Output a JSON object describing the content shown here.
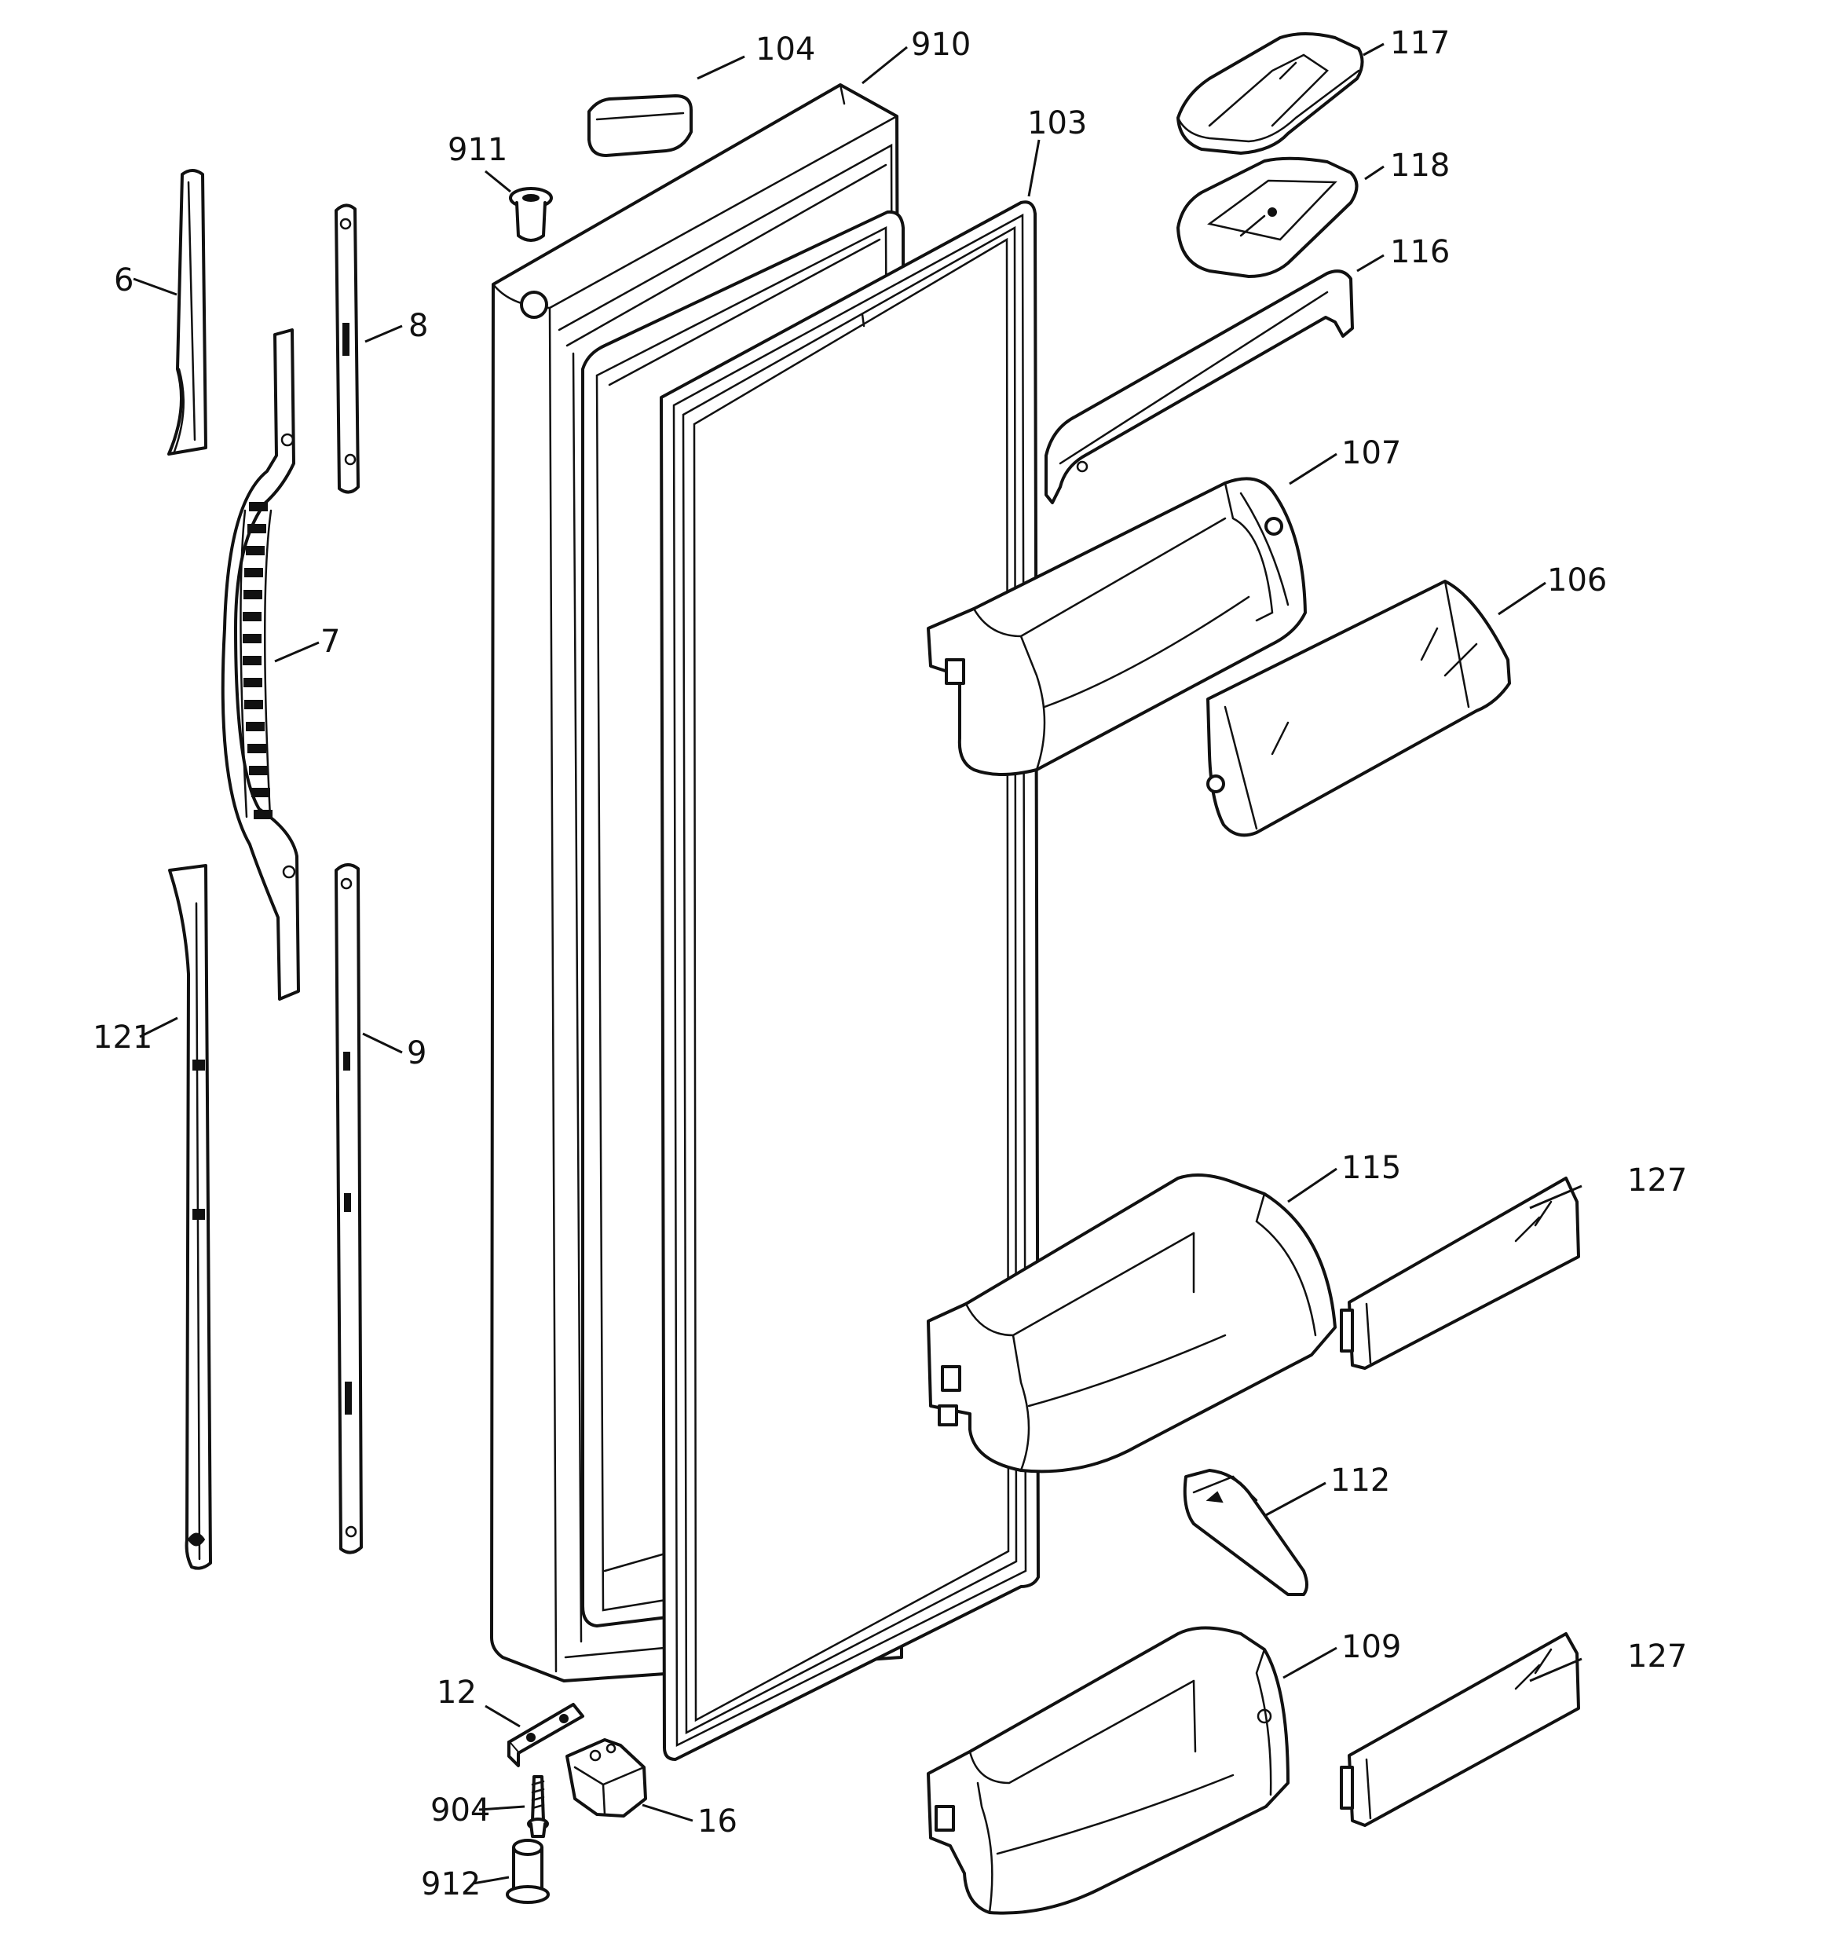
{
  "diagram": {
    "callouts": [
      {
        "id": "c104",
        "text": "104"
      },
      {
        "id": "c910",
        "text": "910"
      },
      {
        "id": "c117",
        "text": "117"
      },
      {
        "id": "c911",
        "text": "911"
      },
      {
        "id": "c103",
        "text": "103"
      },
      {
        "id": "c118",
        "text": "118"
      },
      {
        "id": "c116",
        "text": "116"
      },
      {
        "id": "c6",
        "text": "6"
      },
      {
        "id": "c8",
        "text": "8"
      },
      {
        "id": "c107",
        "text": "107"
      },
      {
        "id": "c106",
        "text": "106"
      },
      {
        "id": "c7",
        "text": "7"
      },
      {
        "id": "c121",
        "text": "121"
      },
      {
        "id": "c9",
        "text": "9"
      },
      {
        "id": "c115",
        "text": "115"
      },
      {
        "id": "c127a",
        "text": "127"
      },
      {
        "id": "c112",
        "text": "112"
      },
      {
        "id": "c109",
        "text": "109"
      },
      {
        "id": "c127b",
        "text": "127"
      },
      {
        "id": "c12",
        "text": "12"
      },
      {
        "id": "c904",
        "text": "904"
      },
      {
        "id": "c16",
        "text": "16"
      },
      {
        "id": "c912",
        "text": "912"
      }
    ],
    "colors": {
      "line": "#111111",
      "background": "#ffffff"
    }
  }
}
